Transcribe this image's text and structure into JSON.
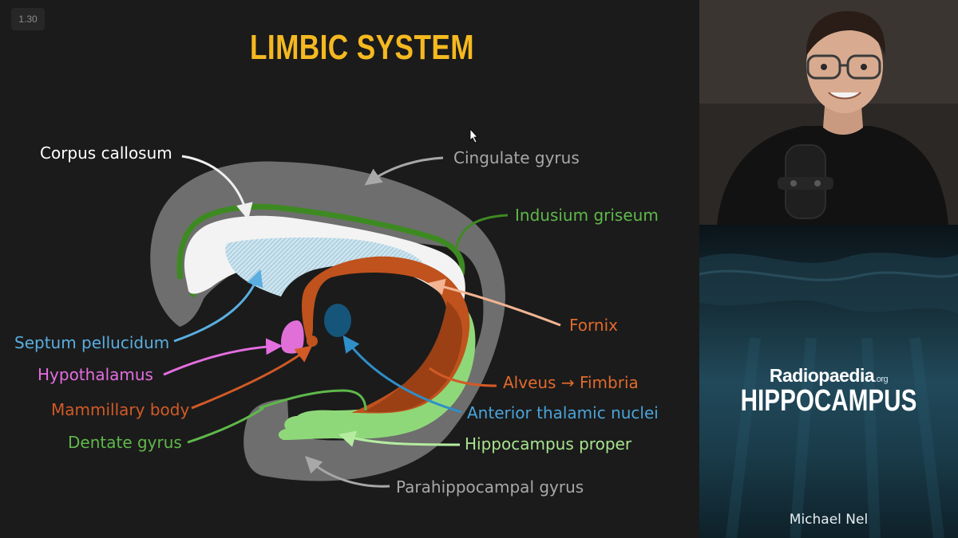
{
  "player": {
    "speed_label": "1.30"
  },
  "slide": {
    "title": "LIMBIC SYSTEM",
    "labels": {
      "corpus_callosum": "Corpus callosum",
      "cingulate_gyrus": "Cingulate gyrus",
      "indusium_griseum": "Indusium griseum",
      "septum_pellucidum": "Septum pellucidum",
      "fornix": "Fornix",
      "hypothalamus": "Hypothalamus",
      "alveus_fimbria": "Alveus → Fimbria",
      "mammillary_body": "Mammillary body",
      "anterior_thalamic_nuclei": "Anterior thalamic nuclei",
      "dentate_gyrus": "Dentate gyrus",
      "hippocampus_proper": "Hippocampus proper",
      "parahippocampal_gyrus": "Parahippocampal gyrus"
    },
    "colors": {
      "background": "#1b1b1b",
      "title": "#f5b920",
      "grey_structure": "#6e6e6e",
      "corpus_callosum": "#f3f3f3",
      "septum_pellucidum": "#5aa9d6",
      "green_structure": "#3e8a22",
      "light_green": "#8fd87a",
      "fornix": "#c0521d",
      "hypothalamus": "#e070d8",
      "thalamic_nuclei": "#16557a",
      "fornix_label": "#e06a2c",
      "alveus_label": "#e06a2c",
      "mammillary_label": "#d25a26",
      "anterior_label": "#4aa3d8",
      "cingulate_label": "#a8a8a8",
      "corpus_label": "#ffffff",
      "hippocampus_label": "#a8e38e",
      "dentate_label": "#5fb84a"
    }
  },
  "sidebar": {
    "brand": {
      "name": "Radiopaedia",
      "suffix": ".org",
      "topic": "HIPPOCAMPUS"
    },
    "presenter": "Michael Nel",
    "icons": [
      "person-webcam",
      "microphone-icon",
      "cursor-icon"
    ]
  }
}
